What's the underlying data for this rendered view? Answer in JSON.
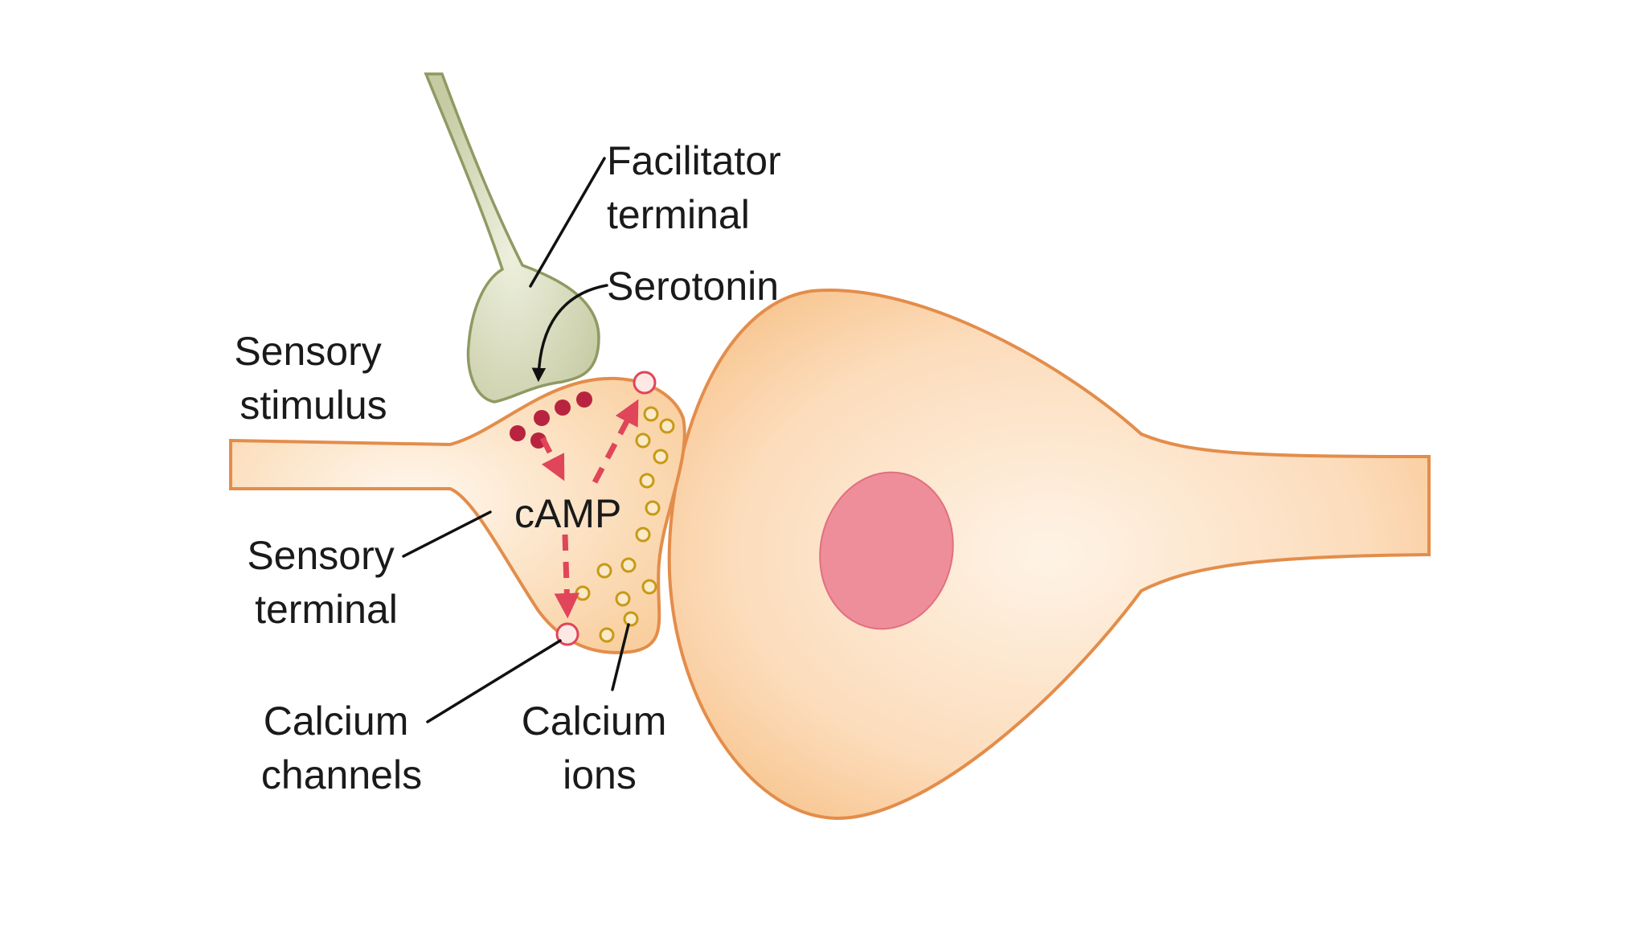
{
  "diagram": {
    "labels": {
      "facilitator_terminal": [
        "Facilitator",
        "terminal"
      ],
      "serotonin": "Serotonin",
      "sensory_stimulus": [
        "Sensory",
        "stimulus"
      ],
      "camp": "cAMP",
      "sensory_terminal": [
        "Sensory",
        "terminal"
      ],
      "calcium_channels": [
        "Calcium",
        "channels"
      ],
      "calcium_ions": [
        "Calcium",
        "ions"
      ]
    },
    "colors": {
      "facilitator": "#cfd3b2",
      "facilitator_outline": "#8f9a63",
      "neuron_fill": "#fbd3ab",
      "neuron_outline": "#e38d4b",
      "nucleus": "#ee8e9a",
      "serotonin_dots": "#b8243f",
      "arrows": "#e0455a",
      "calcium_ion_outline": "#c79a16",
      "channel_outline": "#e0455a"
    }
  }
}
